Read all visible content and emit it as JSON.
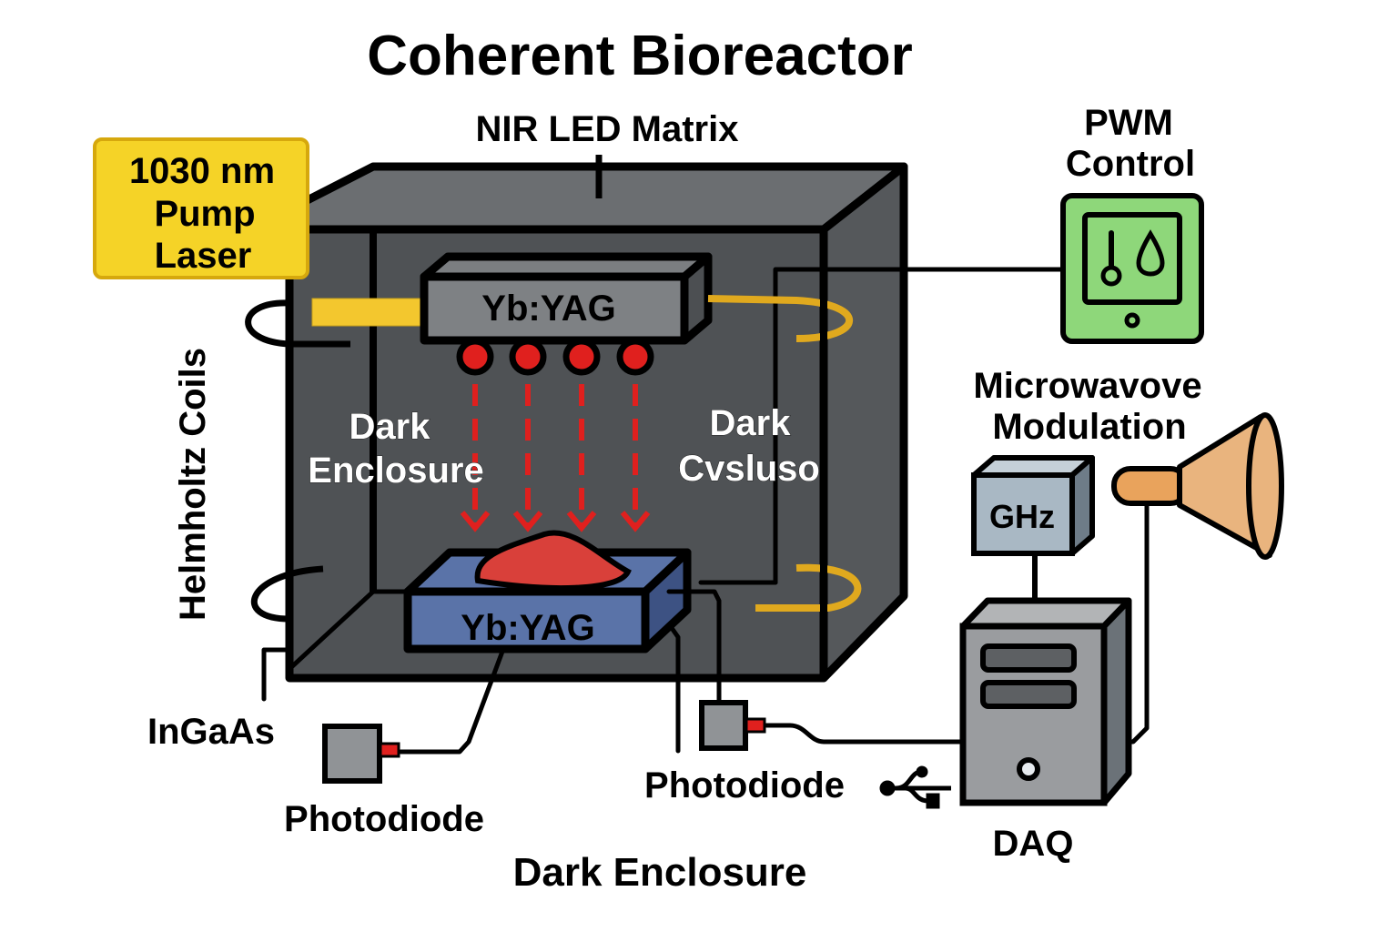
{
  "title": "Coherent Bioreactor",
  "labels": {
    "led_matrix": "NIR LED Matrix",
    "pump_laser": [
      "1030 nm",
      "Pump",
      "Laser"
    ],
    "helmholtz": "Helmholtz Coils",
    "upper_crystal": "Yb:YAG",
    "lower_crystal": "Yb:YAG",
    "enclosure_left": [
      "Dark",
      "Enclosure"
    ],
    "enclosure_right": [
      "Dark",
      "Cvsluso"
    ],
    "pwm": [
      "PWM",
      "Control"
    ],
    "microwave": [
      "Microwavove",
      "Modulation"
    ],
    "ghz": "GHz",
    "daq": "DAQ",
    "ingaas": "InGaAs",
    "photodiode_left": "Photodiode",
    "photodiode_right": "Photodiode",
    "bottom_caption": "Dark Enclosure"
  },
  "colors": {
    "enclosure": "#4f5255",
    "enclosure_top": "#6b6e71",
    "laser_box": "#f5d327",
    "laser_beam": "#f3c72e",
    "coil_gold": "#e0a91e",
    "led_red": "#e0201e",
    "sample_red": "#d9403a",
    "crystal_blue": "#5a73a8",
    "pwm_green": "#8ed77a",
    "ghz_box": "#a9b8c4",
    "horn": "#e9ad6b",
    "daq_grey": "#9a9c9f"
  },
  "icons": {
    "pwm_icons": [
      "thermometer-icon",
      "droplet-icon"
    ],
    "usb": "usb-icon"
  }
}
